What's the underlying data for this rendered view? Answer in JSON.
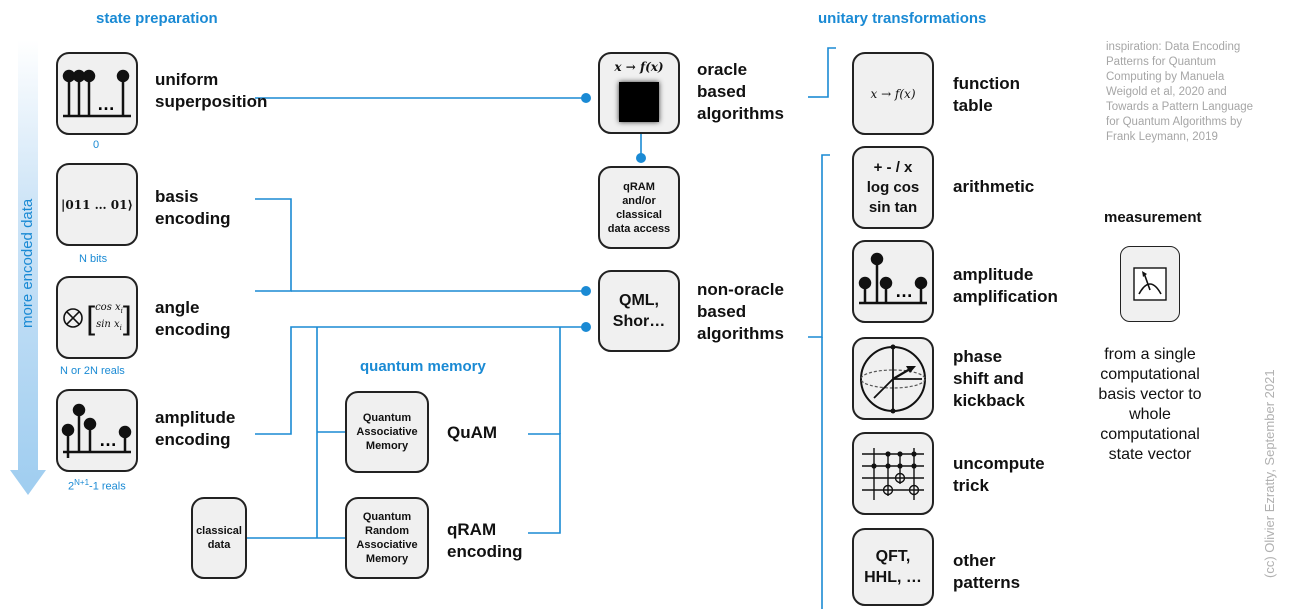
{
  "headers": {
    "state_preparation": "state preparation",
    "unitary_transformations": "unitary transformations",
    "quantum_memory": "quantum memory",
    "measurement": "measurement"
  },
  "side_arrow_label": "more encoded data",
  "state_prep": {
    "uniform": {
      "label_line1": "uniform",
      "label_line2": "superposition",
      "caption": "0"
    },
    "basis": {
      "label_line1": "basis",
      "label_line2": "encoding",
      "ket": "|011 … 01⟩",
      "caption": "N bits"
    },
    "angle": {
      "label_line1": "angle",
      "label_line2": "encoding",
      "caption": "N or 2N reals",
      "row1": "cos x",
      "row2": "sin x",
      "sub": "i"
    },
    "amplitude": {
      "label_line1": "amplitude",
      "label_line2": "encoding",
      "caption_pre": "2",
      "caption_sup": "N+1",
      "caption_post": "-1 reals"
    },
    "dots": "…"
  },
  "oracle": {
    "box_formula": "x → f(x)",
    "label_line1": "oracle",
    "label_line2": "based",
    "label_line3": "algorithms"
  },
  "qram_access": {
    "line1": "qRAM",
    "line2": "and/or",
    "line3": "classical",
    "line4": "data access"
  },
  "non_oracle": {
    "box_line1": "QML,",
    "box_line2": "Shor…",
    "label_line1": "non-oracle",
    "label_line2": "based",
    "label_line3": "algorithms"
  },
  "memory": {
    "quam_box": {
      "line1": "Quantum",
      "line2": "Associative",
      "line3": "Memory"
    },
    "quam_label": "QuAM",
    "qram_box": {
      "line1": "Quantum",
      "line2": "Random",
      "line3": "Associative",
      "line4": "Memory"
    },
    "qram_label_line1": "qRAM",
    "qram_label_line2": "encoding",
    "classical_box": {
      "line1": "classical",
      "line2": "data"
    }
  },
  "unitary": {
    "function_table": {
      "box_formula": "x → f(x)",
      "label_line1": "function",
      "label_line2": "table"
    },
    "arithmetic": {
      "box_line1": "+ - / x",
      "box_line2": "log cos",
      "box_line3": "sin tan",
      "label": "arithmetic"
    },
    "amplitude_amp": {
      "label_line1": "amplitude",
      "label_line2": "amplification"
    },
    "phase": {
      "label_line1": "phase",
      "label_line2": "shift and",
      "label_line3": "kickback"
    },
    "uncompute": {
      "label_line1": "uncompute",
      "label_line2": "trick"
    },
    "other": {
      "box_line1": "QFT,",
      "box_line2": "HHL, …",
      "label_line1": "other",
      "label_line2": "patterns"
    }
  },
  "inspiration": [
    "inspiration: Data Encoding",
    "Patterns for Quantum",
    "Computing by Manuela",
    "Weigold et al, 2020 and",
    "Towards a Pattern Language",
    "for Quantum Algorithms by",
    "Frank Leymann, 2019"
  ],
  "measurement_text": [
    "from a single",
    "computational",
    "basis vector to",
    "whole",
    "computational",
    "state vector"
  ],
  "copyright": "(cc) Olivier Ezratty, September 2021",
  "colors": {
    "accent": "#1a8ad4",
    "arrow": "#bcdcf5",
    "box_fill": "#f0f0f0",
    "border": "#222222",
    "muted": "#a6a6a6"
  }
}
